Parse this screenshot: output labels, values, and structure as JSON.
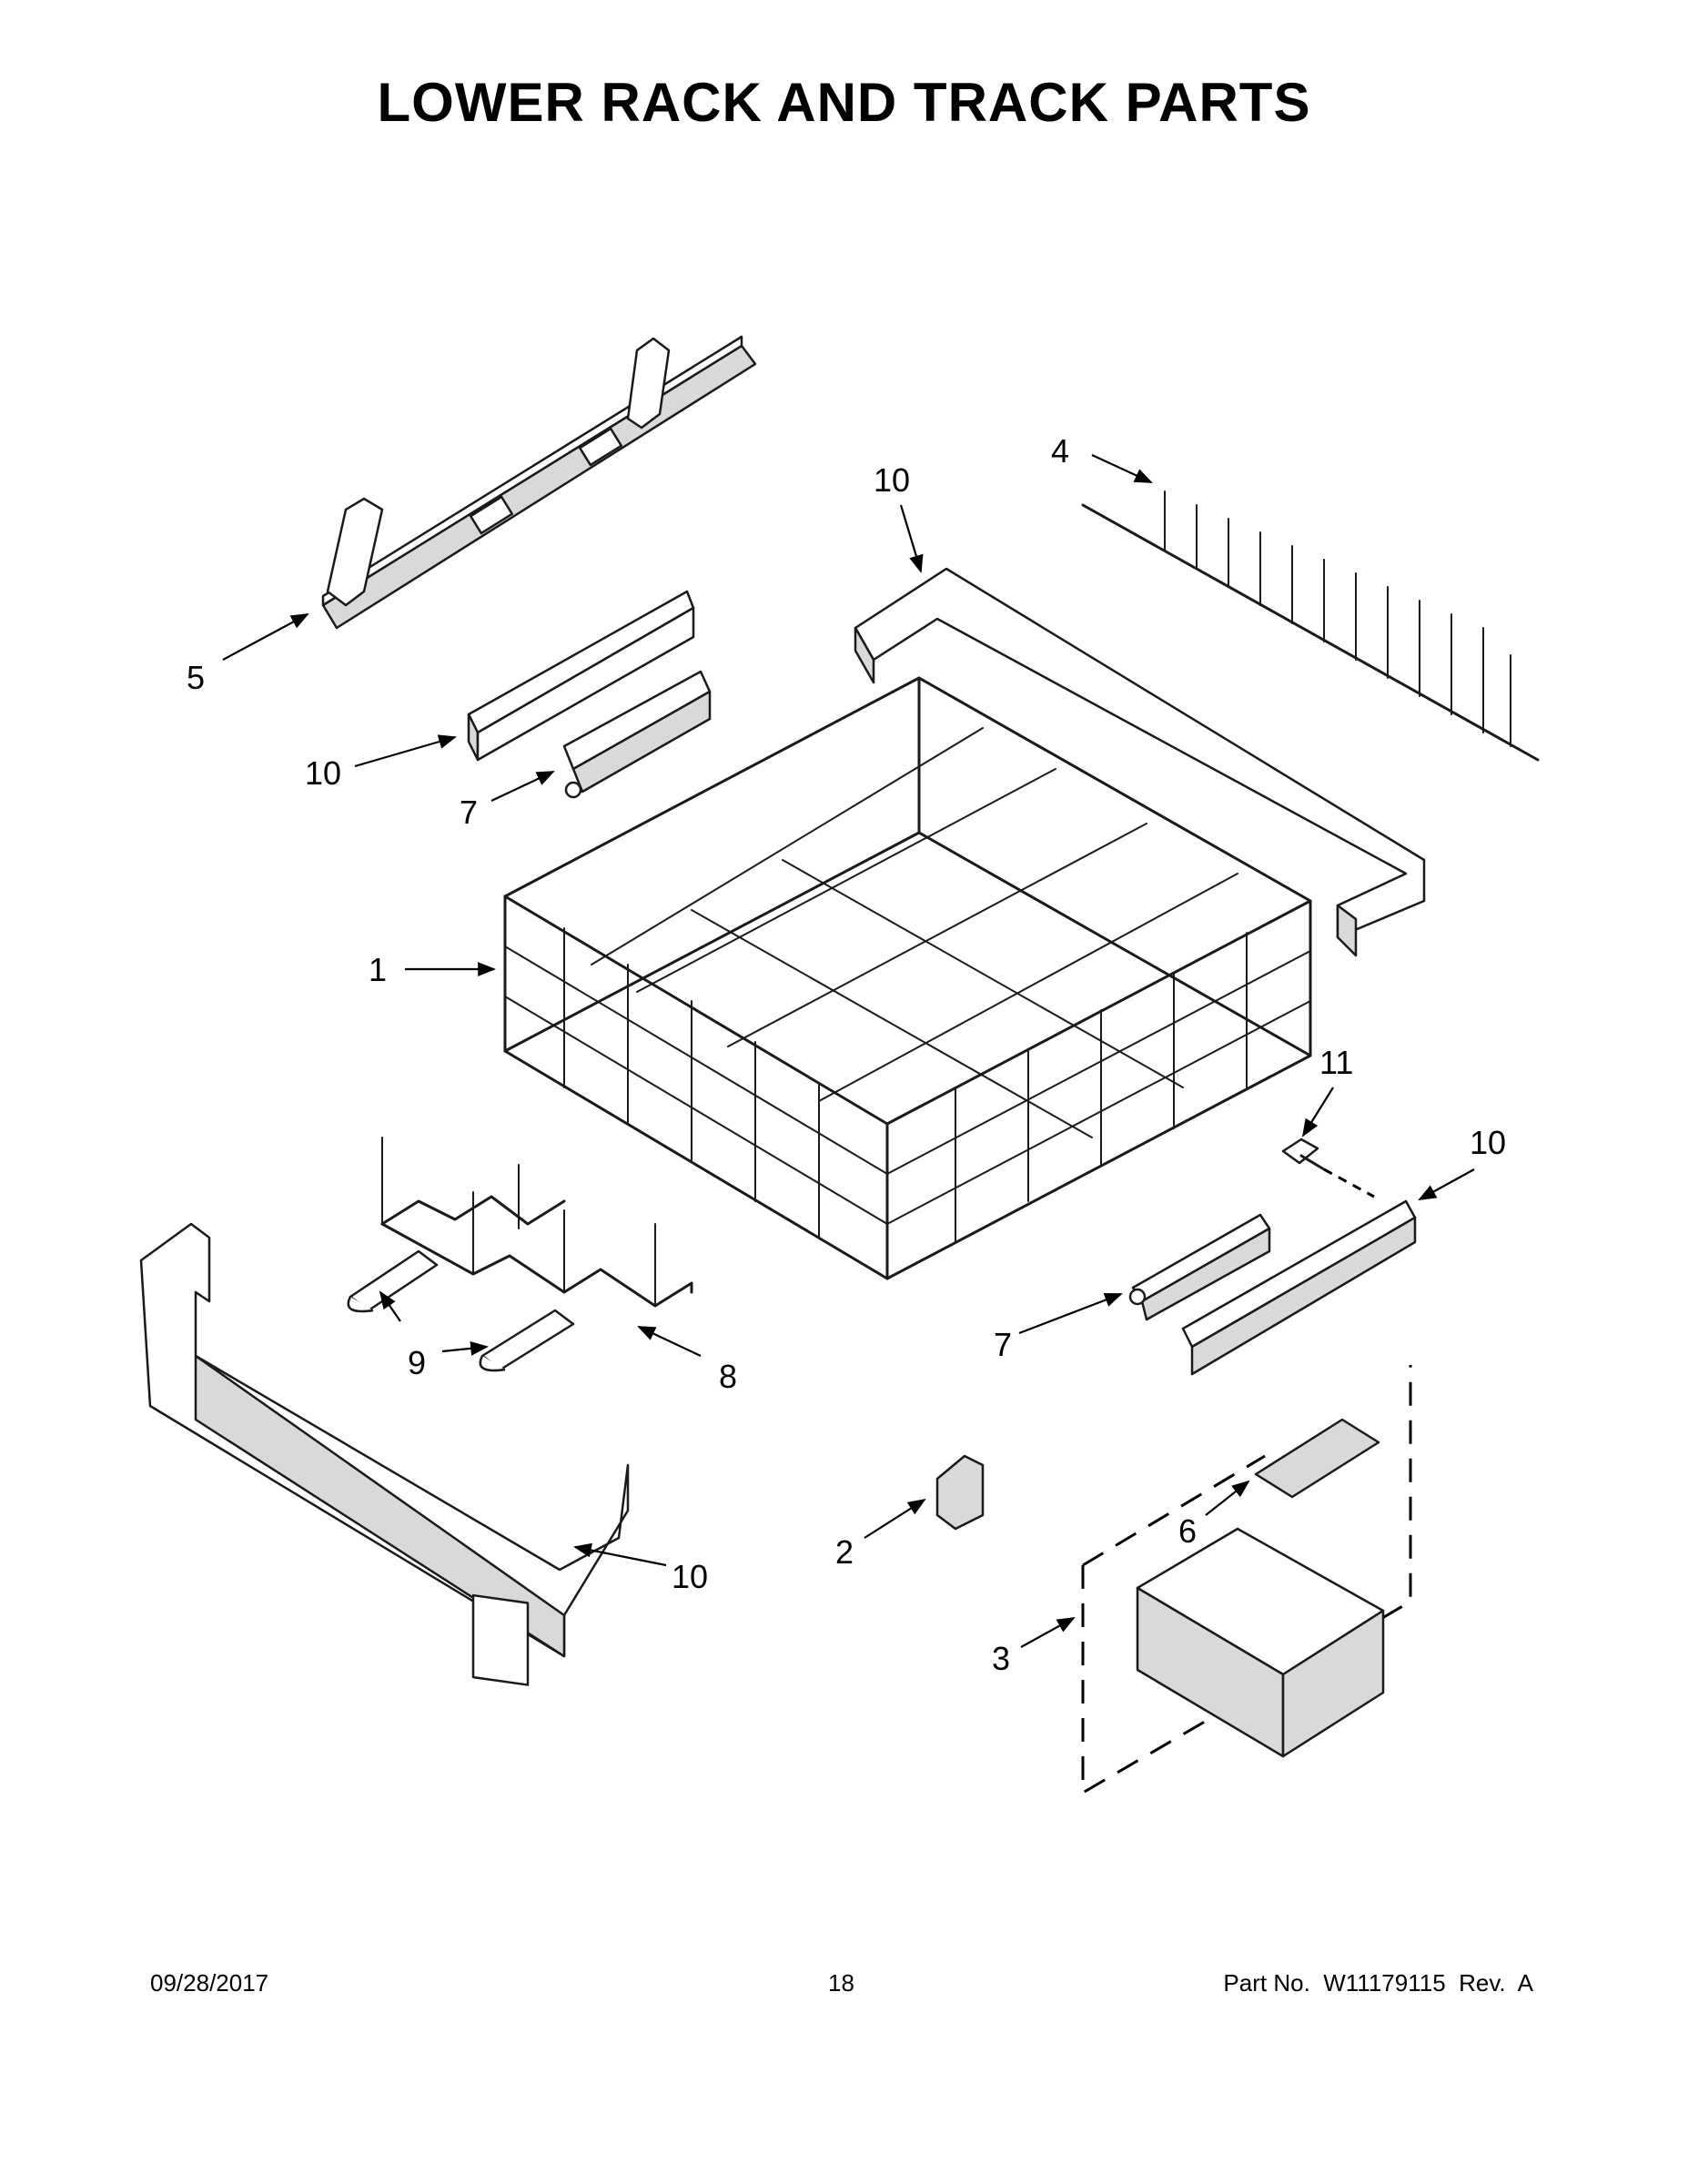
{
  "title": "LOWER RACK AND TRACK PARTS",
  "callouts": {
    "c1": "1",
    "c2": "2",
    "c3": "3",
    "c4": "4",
    "c5": "5",
    "c6": "6",
    "c7_upper": "7",
    "c7_lower": "7",
    "c8": "8",
    "c9": "9",
    "c10_top": "10",
    "c10_left": "10",
    "c10_right": "10",
    "c10_bottom": "10",
    "c11": "11"
  },
  "footer": {
    "date": "09/28/2017",
    "page": "18",
    "part_no": "Part No.  W11179115  Rev.  A"
  }
}
